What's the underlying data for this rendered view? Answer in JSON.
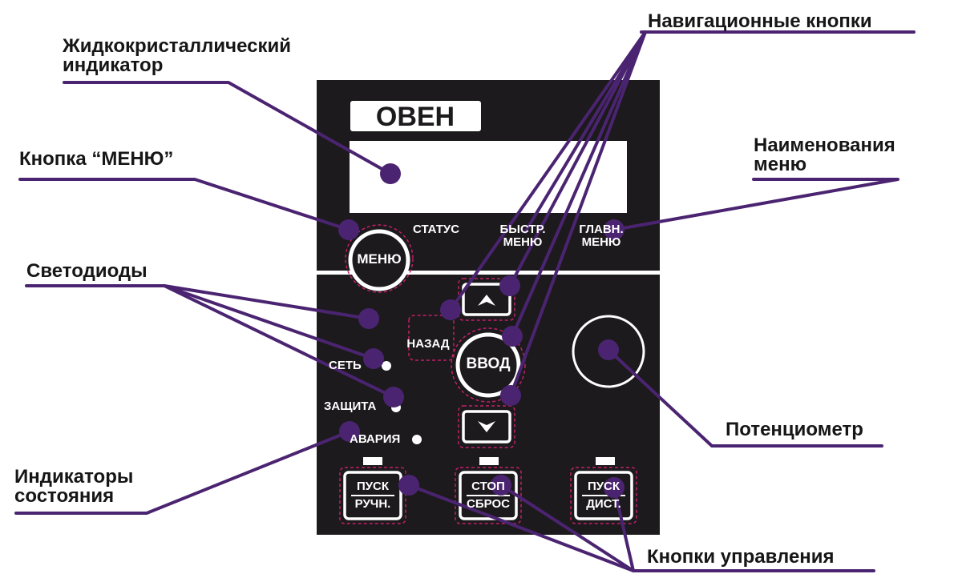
{
  "colors": {
    "panel": "#1c1a1c",
    "leader": "#4b2471",
    "marker": "#4b2471",
    "label_text": "#161616",
    "panel_text": "#ffffff",
    "button_outline": "#ffffff",
    "dashed_outline": "#c0206a"
  },
  "logo": {
    "text": "ОВЕН"
  },
  "callouts": {
    "lcd": [
      "Жидкокристаллический",
      "индикатор"
    ],
    "menu_button": [
      "Кнопка “МЕНЮ”"
    ],
    "leds": [
      "Светодиоды"
    ],
    "status_indicators": [
      "Индикаторы",
      "состояния"
    ],
    "nav_buttons": [
      "Навигационные кнопки"
    ],
    "menu_names": [
      "Наименования",
      "меню"
    ],
    "potentiometer": [
      "Потенциометр"
    ],
    "control_buttons": [
      "Кнопки управления"
    ]
  },
  "panel_labels": {
    "status": "СТАТУС",
    "quick_menu": [
      "БЫСТР.",
      "МЕНЮ"
    ],
    "main_menu": [
      "ГЛАВН.",
      "МЕНЮ"
    ],
    "menu_button": "МЕНЮ",
    "back": "НАЗАД",
    "enter": "ВВОД",
    "network": "СЕТЬ",
    "protection": "ЗАЩИТА",
    "alarm": "АВАРИЯ",
    "start_manual": [
      "ПУСК",
      "РУЧН."
    ],
    "stop_reset": [
      "СТОП",
      "СБРОС"
    ],
    "start_remote": [
      "ПУСК",
      "ДИСТ."
    ]
  },
  "icons": {
    "up": "chevron-up-icon",
    "down": "chevron-down-icon",
    "led": "led-dot-icon"
  }
}
